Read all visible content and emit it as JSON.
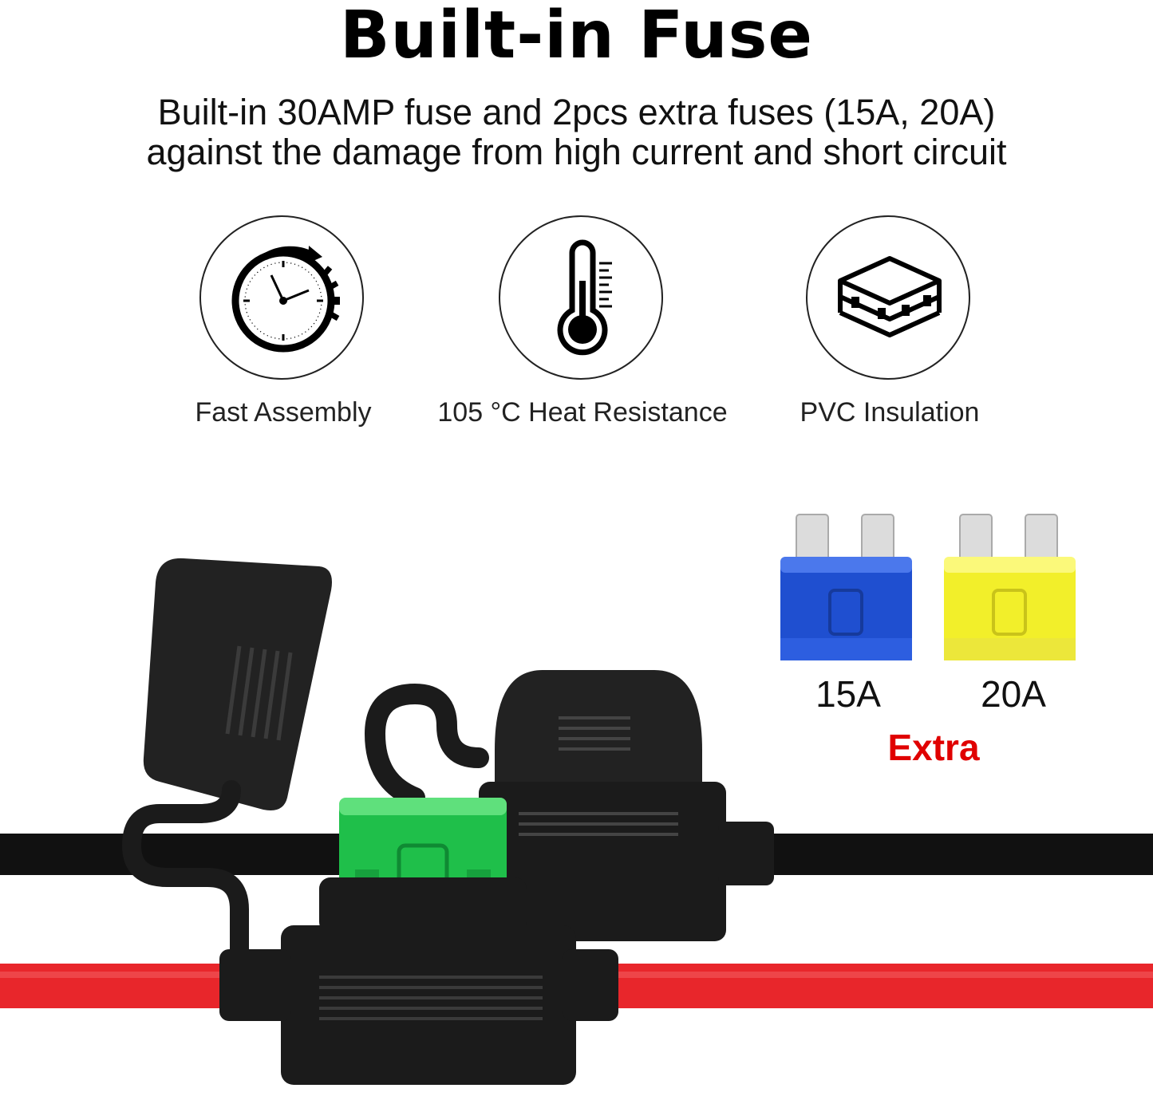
{
  "header": {
    "title": "Built-in Fuse",
    "subtitle_line1": "Built-in 30AMP fuse and 2pcs extra fuses (15A, 20A)",
    "subtitle_line2": "against the damage from high current and short circuit"
  },
  "features": [
    {
      "label": "Fast Assembly",
      "icon": "clock-icon"
    },
    {
      "label": "105 °C Heat Resistance",
      "icon": "thermometer-icon"
    },
    {
      "label": "PVC Insulation",
      "icon": "layers-icon"
    }
  ],
  "extra_fuses": {
    "items": [
      {
        "label": "15A",
        "color": "#1f4fd0"
      },
      {
        "label": "20A",
        "color": "#f2ef2a"
      }
    ],
    "caption": "Extra",
    "caption_color": "#e00000"
  },
  "product": {
    "installed_fuse_color": "#1fbf4a",
    "red_wire_color": "#e8262b",
    "black_wire_color": "#111111"
  }
}
